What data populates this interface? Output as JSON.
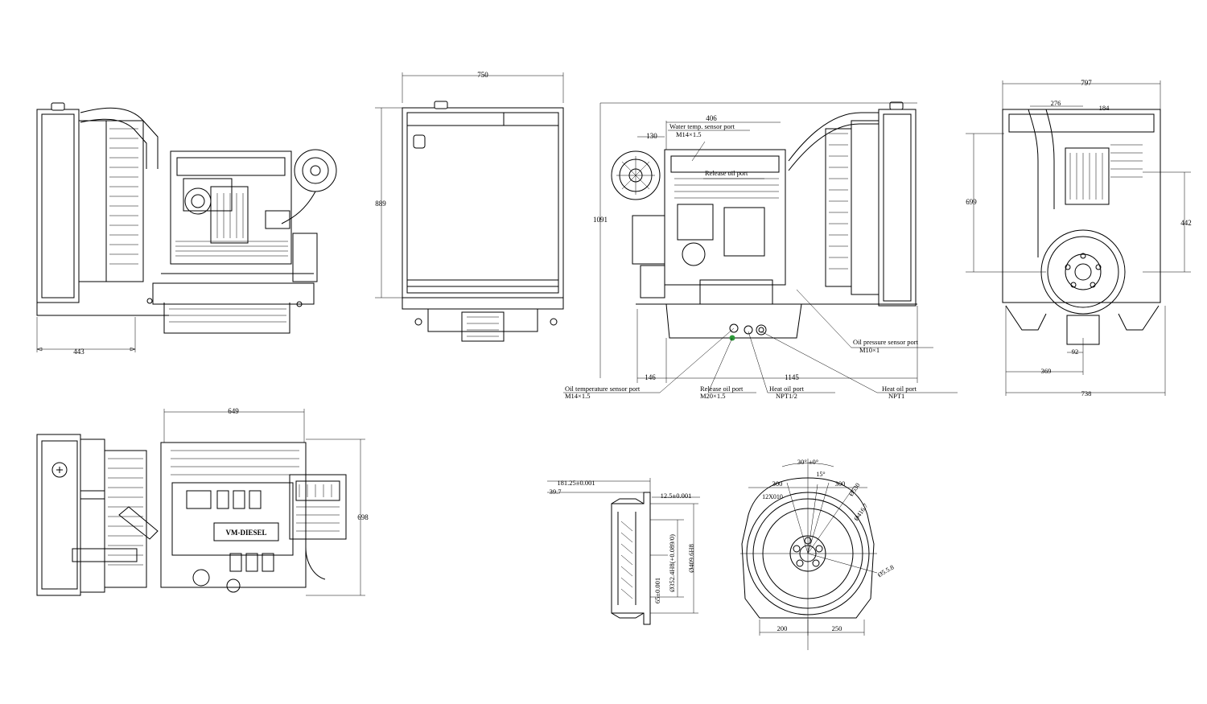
{
  "dimensions": {
    "left_view_width": "443",
    "radiator_view_width": "750",
    "radiator_view_height": "889",
    "side_view_offset": "406",
    "side_view_130": "130",
    "side_view_height": "1091",
    "side_view_146": "146",
    "side_view_length": "1145",
    "rear_view_width": "797",
    "rear_view_276": "276",
    "rear_view_184": "184",
    "rear_view_699": "699",
    "rear_view_442": "442",
    "rear_view_92": "92",
    "rear_view_369": "369",
    "rear_view_738": "738",
    "top_view_length": "649",
    "top_view_height": "698",
    "flywheel_181": "181.25±0.001",
    "flywheel_39": "39.7",
    "flywheel_12_5": "12.5±0.001",
    "flywheel_dia_409": "Ø409.6H8",
    "flywheel_dia_352": "Ø352.4H8(+0.089/0)",
    "flywheel_65": "65±0.001",
    "housing_angle": "30° ±0°",
    "housing_15": "15°",
    "housing_300_left": "300",
    "housing_300_right": "300",
    "housing_12x010": "12X010",
    "housing_dia_530": "Ø530",
    "housing_dia_416": "Ø416.7",
    "housing_dia_5": "Ø5.5.8",
    "housing_200": "200",
    "housing_250": "250"
  },
  "callouts": {
    "water_temp_title": "Water temp. sensor port",
    "water_temp_spec": "M14×1.5",
    "release_oil_title": "Release oil port",
    "release_oil_spec": "M20×1.5",
    "oil_temp_title": "Oil temperature sensor port",
    "oil_temp_spec": "M14×1.5",
    "heat_oil_half_title": "Heat oil port",
    "heat_oil_half_spec": "NPT1/2",
    "heat_oil_one_title": "Heat oil port",
    "heat_oil_one_spec": "NPT1",
    "oil_pressure_title": "Oil pressure sensor port",
    "oil_pressure_spec": "M10×1"
  },
  "brand_plate": "VM-DIESEL",
  "line_color": "#000000",
  "sensor_dot_color": "#2e9a3a"
}
